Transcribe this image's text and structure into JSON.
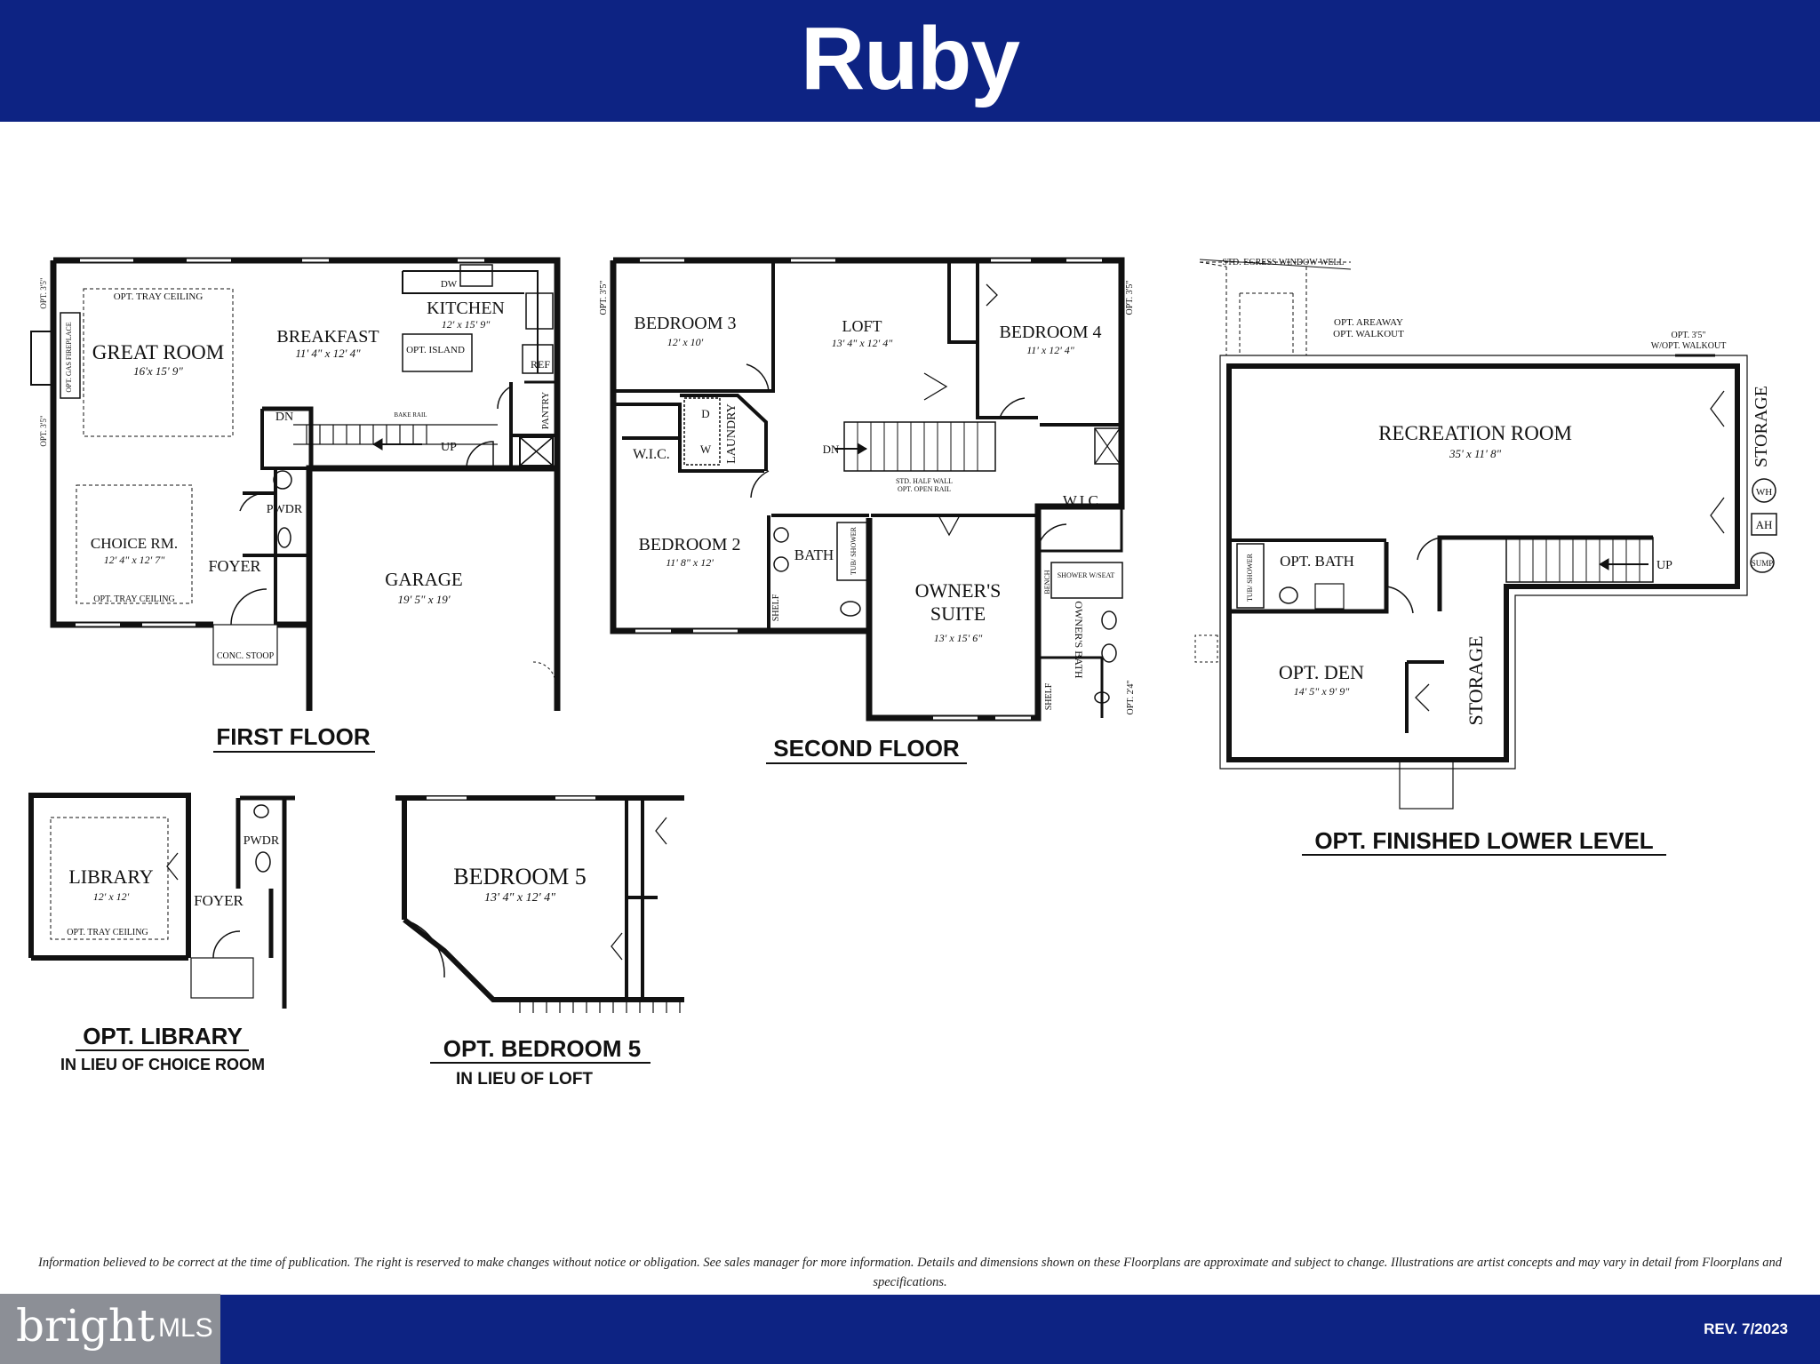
{
  "title": "Ruby",
  "floors": {
    "first": {
      "caption": "FIRST FLOOR",
      "rooms": {
        "great_room": {
          "name": "GREAT ROOM",
          "dim": "16'x 15' 9\""
        },
        "breakfast": {
          "name": "BREAKFAST",
          "dim": "11' 4\" x 12' 4\""
        },
        "kitchen": {
          "name": "KITCHEN",
          "dim": "12' x 15' 9\""
        },
        "choice": {
          "name": "CHOICE RM.",
          "dim": "12' 4\" x 12' 7\""
        },
        "garage": {
          "name": "GARAGE",
          "dim": "19' 5\" x 19'"
        }
      },
      "notes": {
        "tray_top": "OPT. TRAY CEILING",
        "tray_bottom": "OPT. TRAY CEILING",
        "island": "OPT. ISLAND",
        "dw": "DW",
        "ref": "REF",
        "pantry": "PANTRY",
        "dn": "DN",
        "up": "UP",
        "bake": "BAKE RAIL",
        "pwdr": "PWDR",
        "foyer": "FOYER",
        "stoop": "CONC. STOOP",
        "fireplace": "OPT. GAS FIREPLACE",
        "win_top": "OPT. 3'5\"",
        "win_bot": "OPT. 3'5\""
      }
    },
    "second": {
      "caption": "SECOND FLOOR",
      "rooms": {
        "bedroom3": {
          "name": "BEDROOM 3",
          "dim": "12' x 10'"
        },
        "loft": {
          "name": "LOFT",
          "dim": "13' 4\" x 12' 4\""
        },
        "bedroom4": {
          "name": "BEDROOM 4",
          "dim": "11' x 12' 4\""
        },
        "bedroom2": {
          "name": "BEDROOM 2",
          "dim": "11' 8\" x 12'"
        },
        "owners_line1": "OWNER'S",
        "owners_line2": "SUITE",
        "owners_dim": "13' x 15' 6\""
      },
      "notes": {
        "laundry": "LAUNDRY",
        "w": "W",
        "d": "D",
        "wic1": "W.I.C.",
        "wic2": "W.I.C.",
        "bath": "BATH",
        "tub": "TUB/ SHOWER",
        "shelf1": "SHELF",
        "shelf2": "SHELF",
        "dn": "DN",
        "half1": "STD. HALF WALL",
        "half2": "OPT. OPEN RAIL",
        "obath": "OWNER'S BATH",
        "bench": "BENCH",
        "shower": "SHOWER W/SEAT",
        "opt_l": "OPT. 3'5\"",
        "opt_r": "OPT. 3'5\"",
        "opt_24": "OPT. 2'4\""
      }
    },
    "lower": {
      "caption": "OPT. FINISHED LOWER LEVEL",
      "rooms": {
        "rec": {
          "name": "RECREATION ROOM",
          "dim": "35' x 11' 8\""
        },
        "den": {
          "name": "OPT. DEN",
          "dim": "14' 5\" x 9' 9\""
        },
        "bath": "OPT. BATH",
        "storage_r": "STORAGE",
        "storage_c": "STORAGE"
      },
      "notes": {
        "egress": "STD. EGRESS WINDOW WELL",
        "areaway1": "OPT. AREAWAY",
        "areaway2": "OPT. WALKOUT",
        "walkout1": "OPT. 3'5\"",
        "walkout2": "W/OPT. WALKOUT",
        "wh": "WH",
        "ah": "AH",
        "sump": "SUMP",
        "up": "UP",
        "tub": "TUB/ SHOWER"
      }
    },
    "library": {
      "caption": "OPT. LIBRARY",
      "sub": "IN LIEU OF CHOICE ROOM",
      "name": "LIBRARY",
      "dim": "12' x 12'",
      "tray": "OPT. TRAY CEILING",
      "pwdr": "PWDR",
      "foyer": "FOYER"
    },
    "bedroom5": {
      "caption": "OPT. BEDROOM 5",
      "sub": "IN LIEU OF LOFT",
      "name": "BEDROOM 5",
      "dim": "13' 4\" x 12' 4\""
    }
  },
  "disclaimer": "Information believed to be correct at the time of publication. The right is reserved to make changes without notice or obligation. See sales manager for more information. Details and dimensions shown on these Floorplans are approximate and subject to change. Illustrations are artist concepts and may vary in detail from Floorplans and specifications.",
  "footer": {
    "logo_text": "bright",
    "logo_mls": "MLS",
    "rev": "REV. 7/2023"
  },
  "colors": {
    "brand_blue": "#0d2383",
    "logo_gray": "#8c8f96"
  }
}
